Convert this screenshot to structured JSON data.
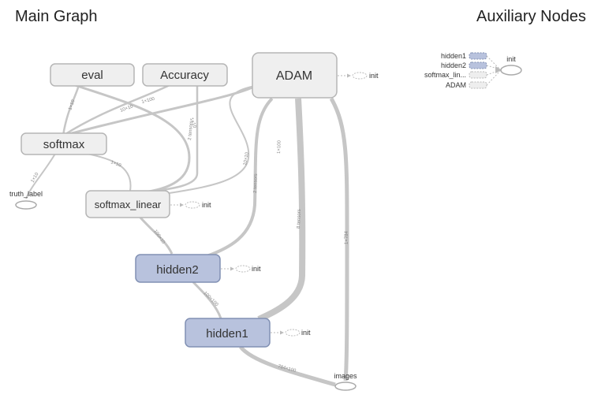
{
  "headings": {
    "main": "Main Graph",
    "aux": "Auxiliary Nodes"
  },
  "nodes": {
    "eval": "eval",
    "accuracy": "Accuracy",
    "adam": "ADAM",
    "softmax": "softmax",
    "softmax_linear": "softmax_linear",
    "hidden2": "hidden2",
    "hidden1": "hidden1",
    "truth_label": "truth_label",
    "images": "images",
    "init": "init"
  },
  "edge_labels": {
    "e1": "1×10",
    "e2": "1×100",
    "e3": "10×10",
    "e4": "1×10",
    "e5": "2 tensors",
    "e6": "1×10",
    "e7": "10×10",
    "e8": "2 tensors",
    "e9": "1×10",
    "e10": "100×10",
    "e11": "1×100",
    "e12": "100×100",
    "e13": "8 tensors",
    "e14": "1×784",
    "e15": "784×100"
  },
  "aux": {
    "items": [
      "hidden1",
      "hidden2",
      "softmax_lin...",
      "ADAM"
    ],
    "init": "init"
  },
  "colors": {
    "node_fill": "#efefef",
    "node_blue": "#b8c2dd",
    "edge": "#c6c6c6"
  }
}
